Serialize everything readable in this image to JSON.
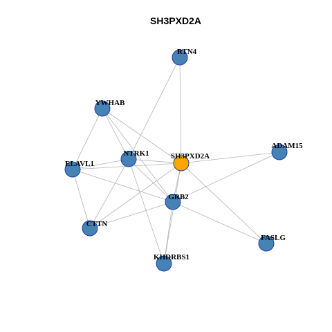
{
  "title": "SH3PXD2A",
  "colors": {
    "node_default": "#4682B4",
    "node_border": "#1e3fa8",
    "node_center": "#FFA500",
    "edge": "#b3b3b3"
  },
  "nodes": [
    {
      "id": "RTN4",
      "label": "RTN4",
      "center": false
    },
    {
      "id": "YWHAB",
      "label": "YWHAB",
      "center": false
    },
    {
      "id": "NTRK1",
      "label": "NTRK1",
      "center": false
    },
    {
      "id": "SH3PXD2A",
      "label": "SH3PXD2A",
      "center": true
    },
    {
      "id": "ADAM15",
      "label": "ADAM15",
      "center": false
    },
    {
      "id": "ELAVL1",
      "label": "ELAVL1",
      "center": false
    },
    {
      "id": "GRB2",
      "label": "GRB2",
      "center": false
    },
    {
      "id": "CTTN",
      "label": "CTTN",
      "center": false
    },
    {
      "id": "FASLG",
      "label": "FASLG",
      "center": false
    },
    {
      "id": "KHDRBS1",
      "label": "KHDRBS1",
      "center": false
    }
  ],
  "edges": [
    [
      "RTN4",
      "SH3PXD2A"
    ],
    [
      "RTN4",
      "NTRK1"
    ],
    [
      "YWHAB",
      "SH3PXD2A"
    ],
    [
      "YWHAB",
      "NTRK1"
    ],
    [
      "YWHAB",
      "GRB2"
    ],
    [
      "YWHAB",
      "ELAVL1"
    ],
    [
      "NTRK1",
      "SH3PXD2A"
    ],
    [
      "NTRK1",
      "ELAVL1"
    ],
    [
      "NTRK1",
      "GRB2"
    ],
    [
      "NTRK1",
      "CTTN"
    ],
    [
      "NTRK1",
      "KHDRBS1"
    ],
    [
      "SH3PXD2A",
      "ADAM15"
    ],
    [
      "SH3PXD2A",
      "ELAVL1"
    ],
    [
      "SH3PXD2A",
      "GRB2"
    ],
    [
      "SH3PXD2A",
      "CTTN"
    ],
    [
      "SH3PXD2A",
      "FASLG"
    ],
    [
      "SH3PXD2A",
      "KHDRBS1"
    ],
    [
      "ADAM15",
      "GRB2"
    ],
    [
      "ELAVL1",
      "GRB2"
    ],
    [
      "ELAVL1",
      "CTTN"
    ],
    [
      "GRB2",
      "CTTN"
    ],
    [
      "GRB2",
      "FASLG"
    ],
    [
      "GRB2",
      "KHDRBS1"
    ]
  ]
}
